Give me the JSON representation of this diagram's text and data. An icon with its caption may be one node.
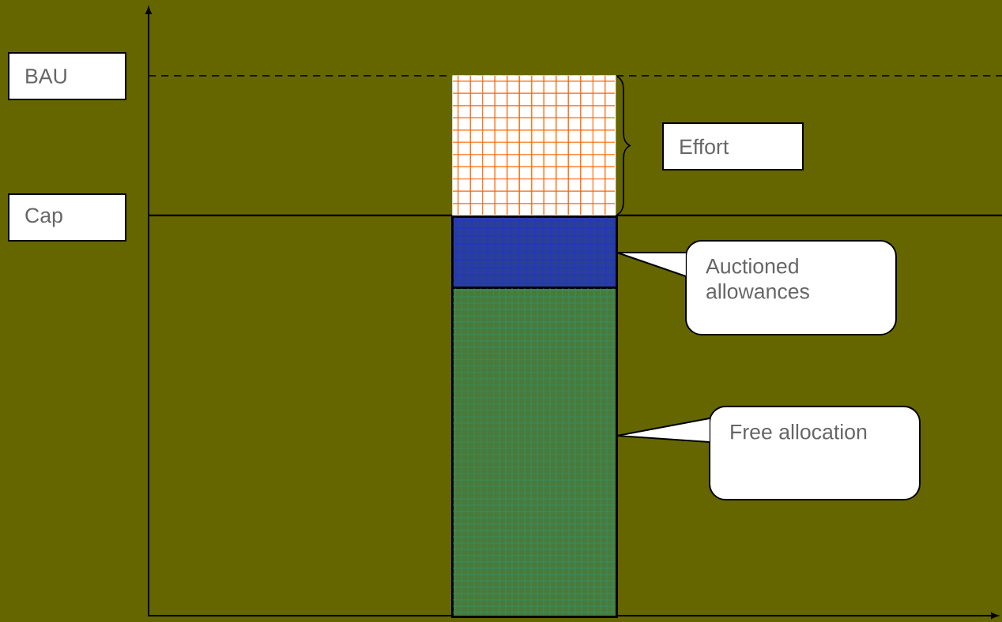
{
  "diagram": {
    "nodes": [
      {
        "text": [
          "BAU"
        ]
      },
      {
        "text": [],
        "shape": "bar"
      },
      {
        "text": [
          "Effort"
        ]
      },
      {
        "text": [
          "Cap"
        ]
      },
      {
        "text": [],
        "shape": "bar"
      },
      {
        "text": [
          "Auctioned allowances"
        ]
      },
      {
        "text": [],
        "shape": "bar"
      },
      {
        "text": [
          "Free allocation"
        ]
      }
    ],
    "edges": [
      {
        "from": 5,
        "to": 4,
        "arrow": "none"
      },
      {
        "from": 7,
        "to": 6,
        "arrow": "none"
      }
    ]
  }
}
